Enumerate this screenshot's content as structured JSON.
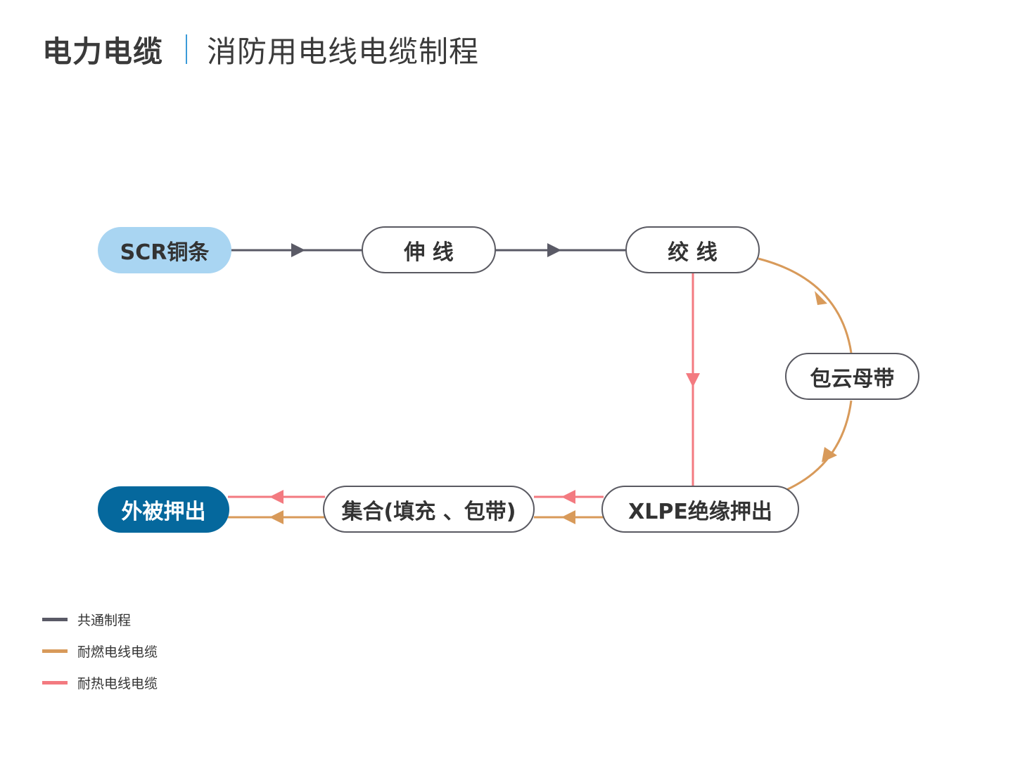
{
  "header": {
    "title": "电力电缆",
    "subtitle": "消防用电线电缆制程"
  },
  "colors": {
    "common": "#5a5a66",
    "fire_resistant": "#d89a5a",
    "heat_resistant": "#f37a80",
    "node_border": "#5a5a62",
    "start_fill": "#a9d5f2",
    "end_fill": "#05689d",
    "title_separator": "#3b9bd8"
  },
  "nodes": {
    "scr_copper": "SCR铜条",
    "drawing": "伸 线",
    "stranding": "绞 线",
    "mica_tape": "包云母带",
    "xlpe_extrusion": "XLPE绝缘押出",
    "assembly": "集合(填充 、包带)",
    "jacket_extrusion": "外被押出"
  },
  "legend": [
    {
      "label": "共通制程",
      "color": "#5a5a66"
    },
    {
      "label": "耐燃电线电缆",
      "color": "#d89a5a"
    },
    {
      "label": "耐热电线电缆",
      "color": "#f37a80"
    }
  ]
}
